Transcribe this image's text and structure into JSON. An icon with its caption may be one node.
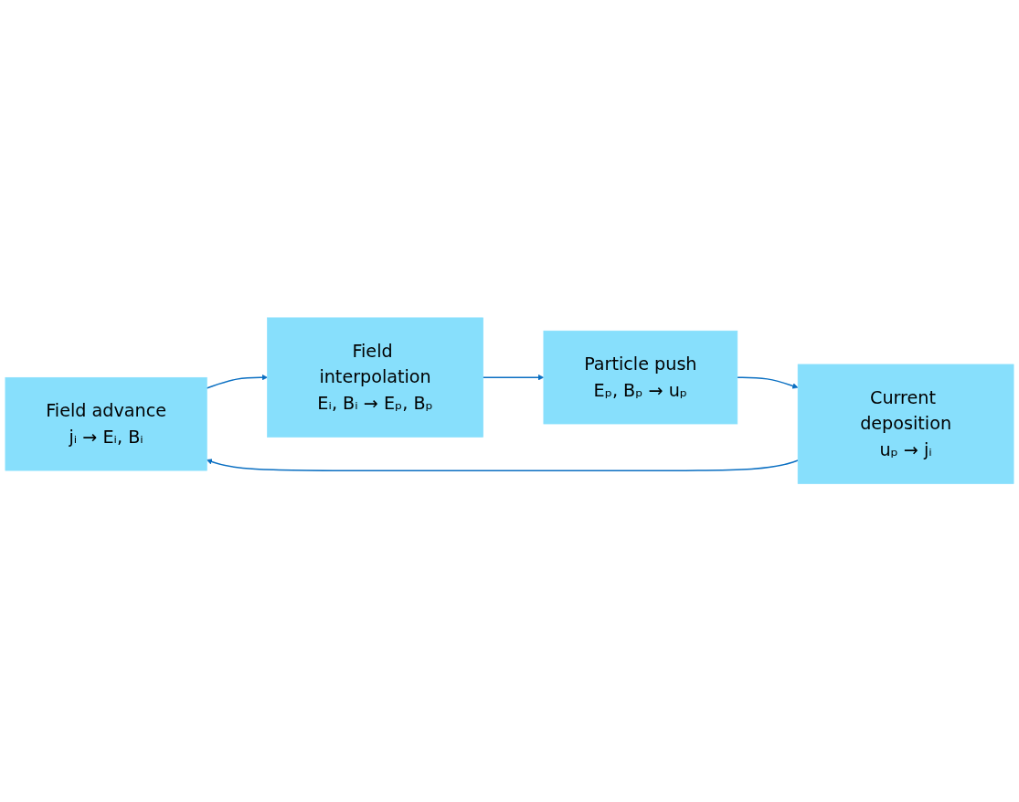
{
  "diagram": {
    "nodes": [
      {
        "text": [
          "Field advance",
          "jᵢ → Eᵢ, Bᵢ"
        ]
      },
      {
        "text": [
          "Field interpolation",
          "Eᵢ, Bᵢ → Eₚ, Bₚ"
        ]
      },
      {
        "text": [
          "Current deposition",
          "uₚ → jᵢ"
        ]
      },
      {
        "text": [
          "Particle push",
          "Eₚ, Bₚ → uₚ"
        ]
      }
    ],
    "edges": [
      {
        "from": 0,
        "to": 1,
        "arrow": "to"
      },
      {
        "from": 1,
        "to": 3,
        "arrow": "to"
      },
      {
        "from": 3,
        "to": 2,
        "arrow": "to"
      },
      {
        "from": 2,
        "to": 0,
        "arrow": "to"
      }
    ]
  }
}
